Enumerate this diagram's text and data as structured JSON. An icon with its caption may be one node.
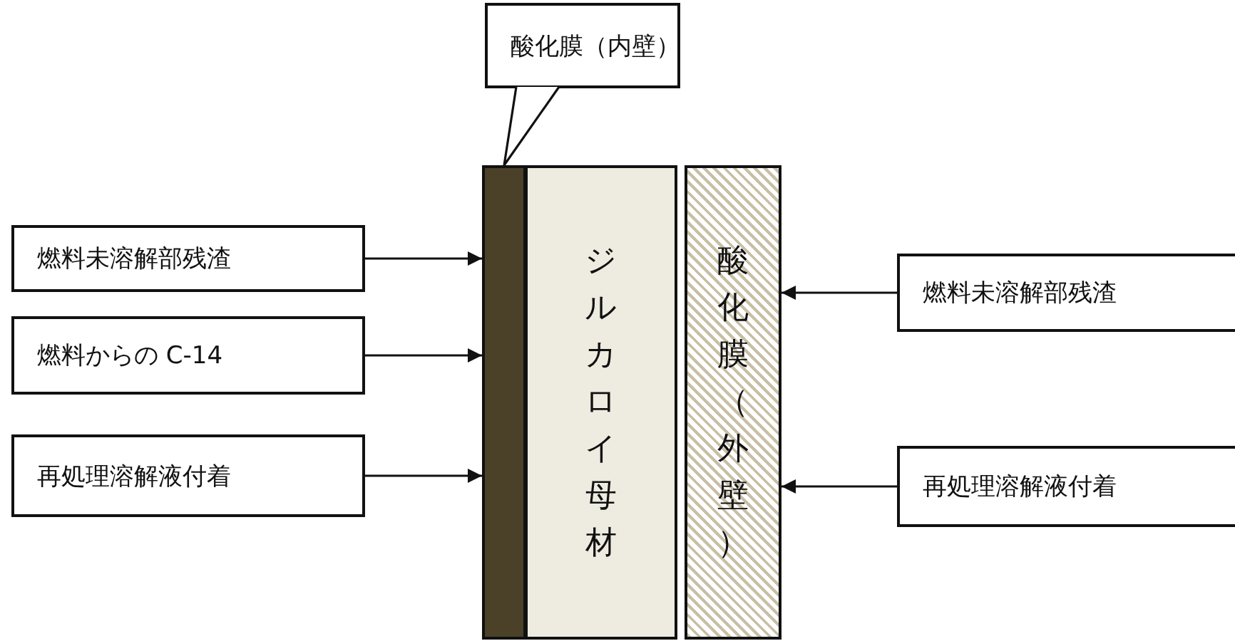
{
  "diagram": {
    "nodes": [
      {
        "text": [
          "酸化膜（内壁）"
        ]
      },
      {
        "text": [],
        "shape": "bar"
      },
      {
        "text": [
          "ジルカロイ母材"
        ]
      },
      {
        "text": [
          "酸化膜（外壁）"
        ]
      },
      {
        "text": [
          "燃料未溶解部残渣"
        ]
      },
      {
        "text": [
          "燃料からの C-14"
        ]
      },
      {
        "text": [
          "再処理溶解液付着"
        ]
      },
      {
        "text": [
          "燃料未溶解部残渣"
        ]
      },
      {
        "text": [
          "再処理溶解液付着"
        ]
      }
    ],
    "edges": [
      {
        "from": 0,
        "to": 1,
        "arrow": "to"
      },
      {
        "from": 4,
        "to": 1,
        "arrow": "to"
      },
      {
        "from": 5,
        "to": 1,
        "arrow": "to"
      },
      {
        "from": 6,
        "to": 1,
        "arrow": "to"
      },
      {
        "from": 7,
        "to": 3,
        "arrow": "to"
      },
      {
        "from": 8,
        "to": 3,
        "arrow": "to"
      }
    ]
  }
}
